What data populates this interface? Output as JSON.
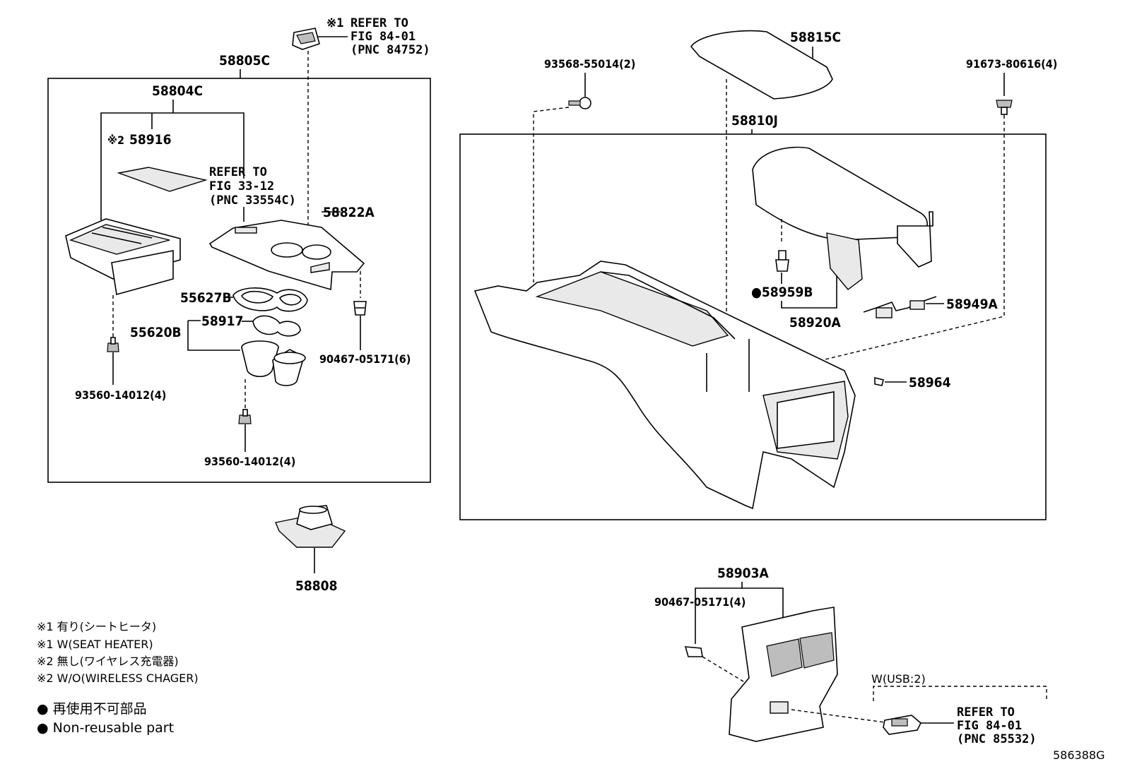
{
  "figure_id": "586388G",
  "group_left": {
    "assembly": "58805C",
    "sub_assembly": "58804C",
    "mat": "58916",
    "mat_mark": "※2",
    "refer_mid": [
      "REFER TO",
      "FIG 33-12",
      "(PNC 33554C)"
    ],
    "panel": "58822A",
    "cup_liner": "55627B",
    "cup_holder": "55620B",
    "cup_insert": "58917",
    "clip": "90467-05171(6)",
    "screw_left": "93560-14012(4)",
    "screw_bottom": "93560-14012(4)",
    "refer_top_mark": "※1",
    "refer_top": [
      "REFER TO",
      "FIG 84-01",
      "(PNC 84752)"
    ]
  },
  "boot": "58808",
  "group_right": {
    "box": "58810J",
    "lid_pad": "58815C",
    "bolt_left": "93568-55014(2)",
    "bolt_right": "91673-80616(4)",
    "clip_nonreusable": "●58959B",
    "armrest": "58920A",
    "hinge": "58949A",
    "clip_small": "58964"
  },
  "group_rear": {
    "panel": "58903A",
    "clip": "90467-05171(4)",
    "variant": "W(USB:2)",
    "refer": [
      "REFER TO",
      "FIG 84-01",
      "(PNC 85532)"
    ]
  },
  "notes": [
    "※1 有り(シートヒータ)",
    "※1 W(SEAT HEATER)",
    "※2 無し(ワイヤレス充電器)",
    "※2 W/O(WIRELESS CHAGER)"
  ],
  "legend": [
    "● 再使用不可部品",
    "● Non-reusable part"
  ]
}
